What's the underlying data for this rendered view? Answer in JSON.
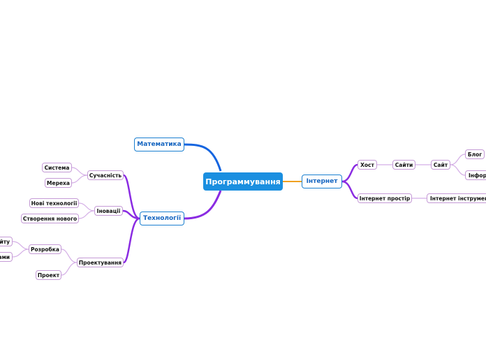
{
  "mindmap": {
    "root": "Программування",
    "main": {
      "math": "Математика",
      "tech": "Технології",
      "internet": "Інтернет"
    },
    "tech": {
      "modernity": "Сучасність",
      "system": "Система",
      "network": "Мереха",
      "innovations": "Іновації",
      "new_tech": "Нові технології",
      "creating_new": "Створення нового",
      "design": "Проектування",
      "development": "Розробка",
      "site_partial": "айту",
      "programs_partial": "ами",
      "project": "Проект"
    },
    "internet": {
      "host": "Хост",
      "sites": "Сайти",
      "site": "Сайт",
      "blog": "Блог",
      "info_partial": "Інфор",
      "internet_space": "Інтернет простір",
      "internet_tools": "Інтернет інструмент"
    }
  },
  "colors": {
    "root_fill": "#1a8fe0",
    "main_border": "#1a7fd0",
    "main_text": "#1565c0",
    "sub_border": "#c59bd6",
    "link_blue": "#1565e0",
    "link_purple": "#8a2be2",
    "link_orange": "#f0a020",
    "link_light": "#d4aee6"
  }
}
